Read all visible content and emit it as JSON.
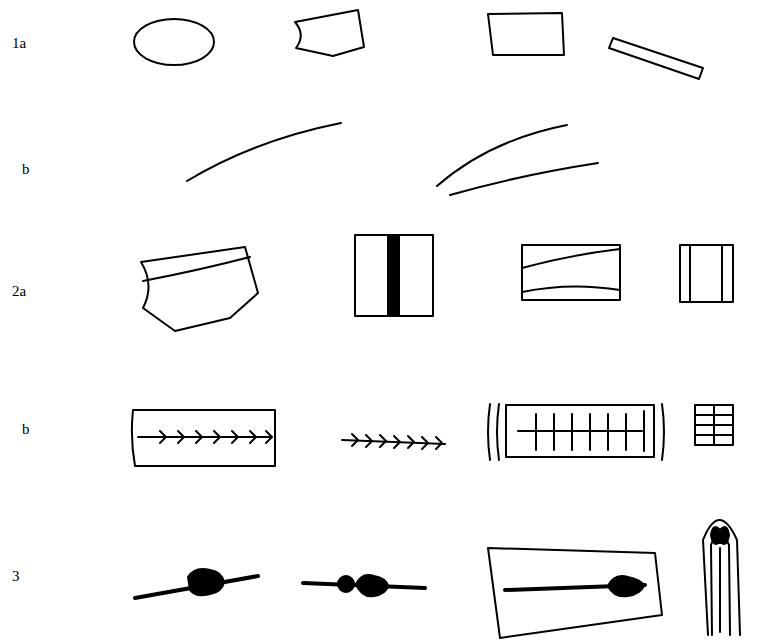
{
  "diagram": {
    "labels": [
      "1a",
      "b",
      "2a",
      "b",
      "3"
    ]
  }
}
